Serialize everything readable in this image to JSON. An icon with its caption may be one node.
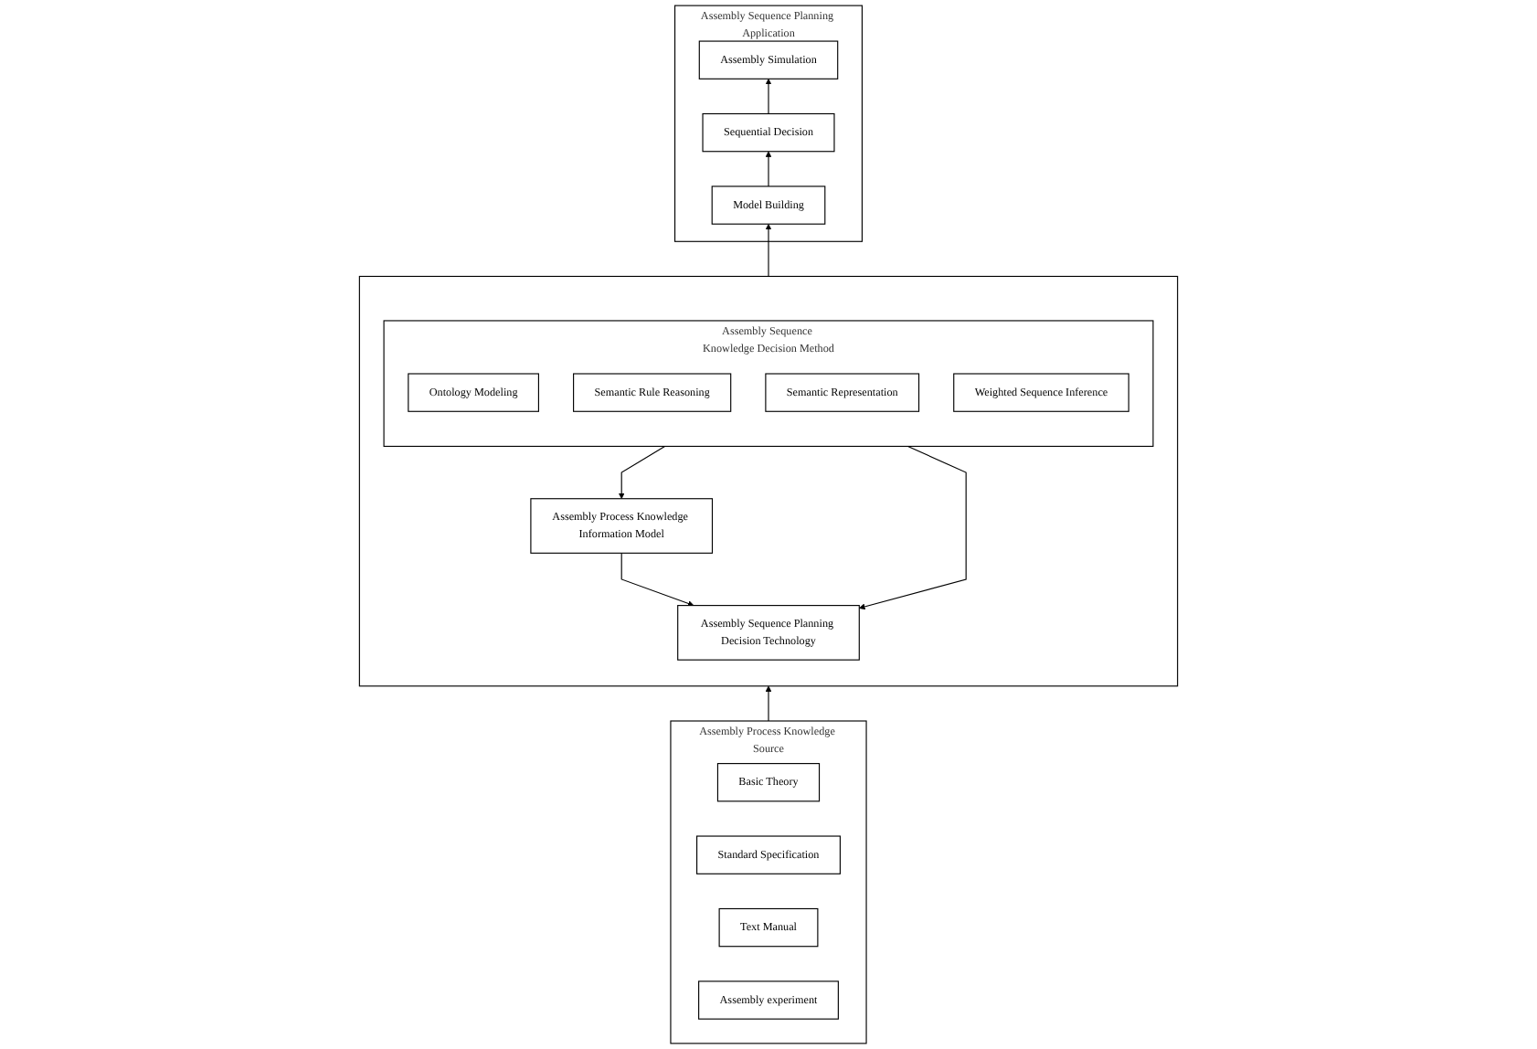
{
  "diagram": {
    "nodes": [
      {
        "text": [
          "Assembly Sequence Planning Application"
        ]
      },
      {
        "text": [
          "Assembly Simulation"
        ],
        "in": 0
      },
      {
        "text": [
          "Sequential Decision"
        ],
        "in": 0
      },
      {
        "text": [
          "Model Building"
        ],
        "in": 0
      },
      {
        "text": [],
        "shape": "box"
      },
      {
        "text": [
          "Assembly Process Knowledge Information Model"
        ],
        "in": 4
      },
      {
        "text": [
          "Assembly Sequence Planning Decision Technology"
        ],
        "in": 4
      },
      {
        "text": [
          "Assembly Sequence Knowledge Decision Method"
        ],
        "in": 4
      },
      {
        "text": [
          "Ontology Modeling"
        ],
        "in": 7
      },
      {
        "text": [
          "Semantic Rule Reasoning"
        ],
        "in": 7
      },
      {
        "text": [
          "Semantic Representation"
        ],
        "in": 7
      },
      {
        "text": [
          "Weighted Sequence Inference"
        ],
        "in": 7
      },
      {
        "text": [
          "Assembly Process Knowledge Source"
        ]
      },
      {
        "text": [
          "Basic Theory"
        ],
        "in": 12
      },
      {
        "text": [
          "Standard Specification"
        ],
        "in": 12
      },
      {
        "text": [
          "Text Manual"
        ],
        "in": 12
      },
      {
        "text": [
          "Assembly experiment"
        ],
        "in": 12
      }
    ],
    "edges": [
      {
        "from": 3,
        "to": 2,
        "arrow": "to"
      },
      {
        "from": 2,
        "to": 1,
        "arrow": "to"
      },
      {
        "from": 5,
        "to": 6,
        "arrow": "to"
      },
      {
        "from": 7,
        "to": 5,
        "arrow": "to"
      },
      {
        "from": 7,
        "to": 6,
        "arrow": "to"
      },
      {
        "from": 12,
        "to": 4,
        "arrow": "to"
      },
      {
        "from": 4,
        "to": 3,
        "arrow": "to"
      }
    ]
  }
}
